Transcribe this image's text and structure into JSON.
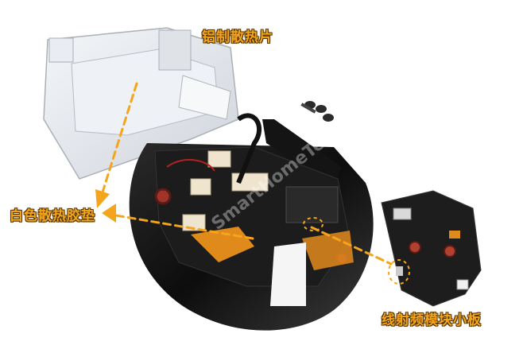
{
  "labels": {
    "heatsink": "铝制散热片",
    "thermal_pad": "白色散热胶垫",
    "rf_board": "线射频模块小板"
  },
  "watermark": "SmartHomeTech",
  "colors": {
    "label": "#f5a51c",
    "arrow": "#f5a51c",
    "pcb": "#1c1c1c",
    "shell": "#0d0d0d",
    "metal": "#e2e5ea",
    "copper_pad": "#e08a1c"
  }
}
